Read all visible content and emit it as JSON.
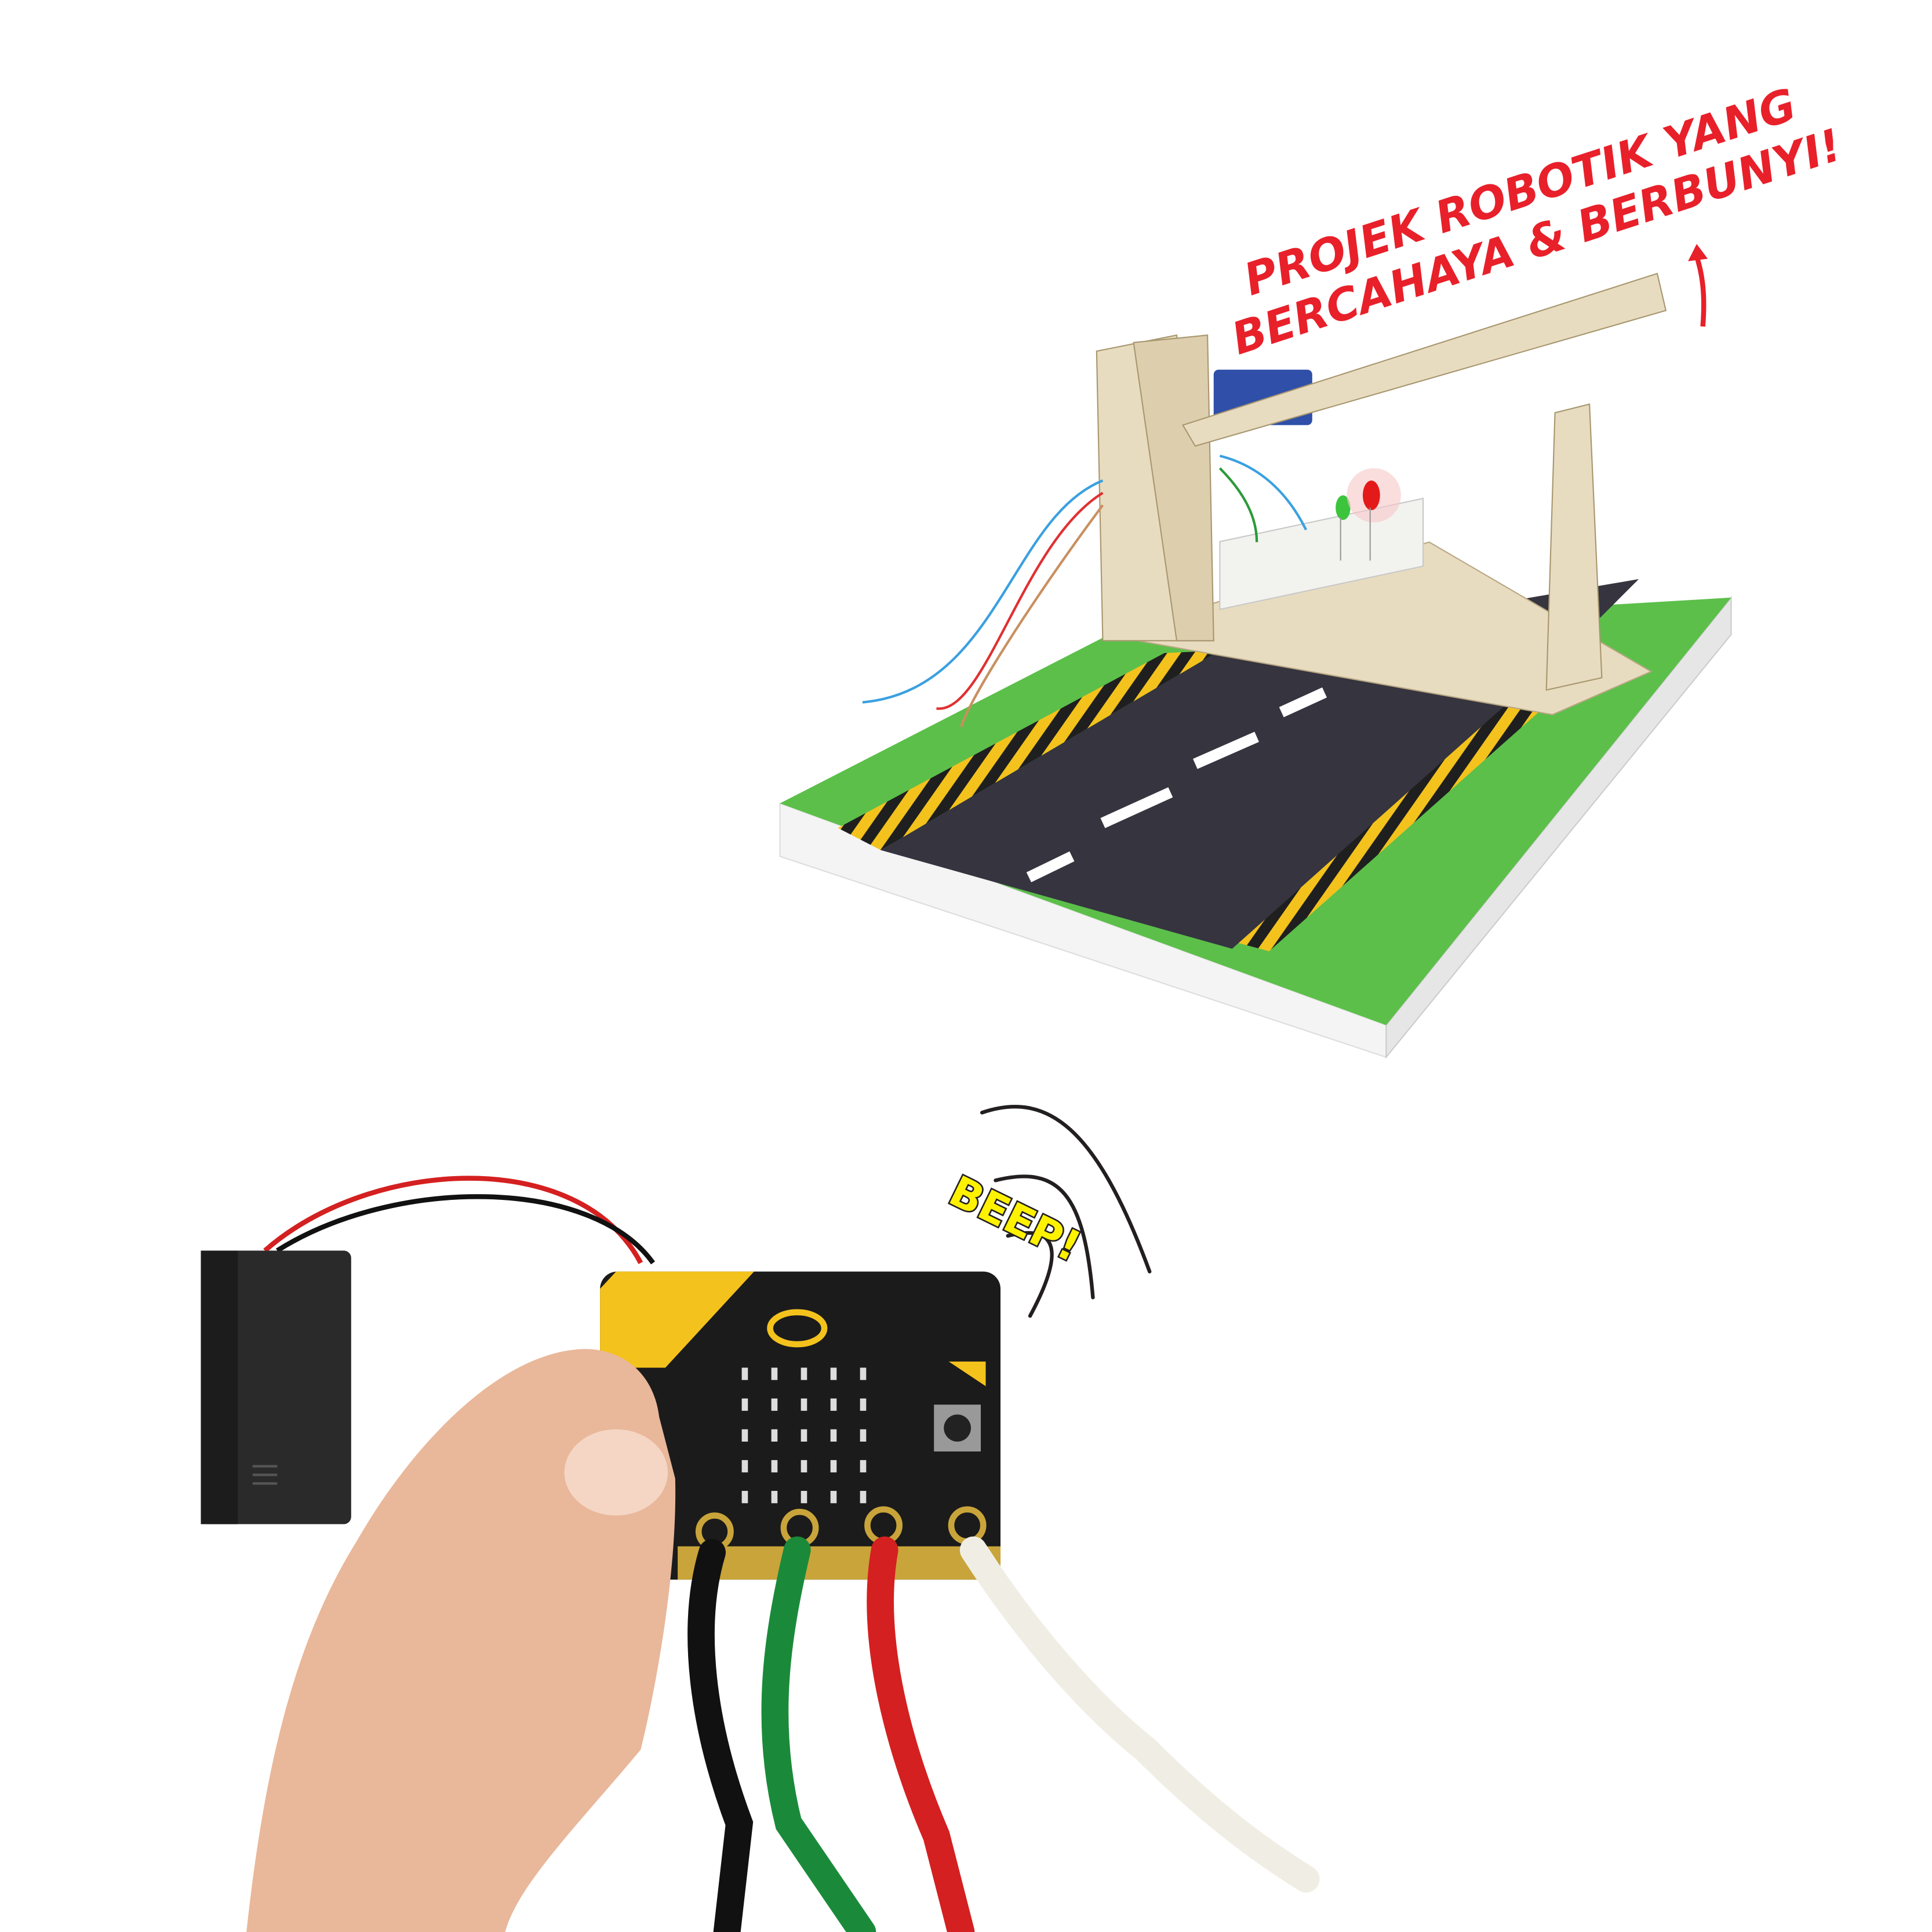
{
  "headline": {
    "line1": "PROJEK ROBOTIK YANG",
    "line2": "BERCAHAYA & BERBUNYI!",
    "color": "#e8202a"
  },
  "sound_label": {
    "text": "BEEP!",
    "fill": "#fff200",
    "outline": "#231f20"
  },
  "colors": {
    "grass": "#5cbf4a",
    "road": "#35343f",
    "hazard_yellow": "#f4c21c",
    "wood": "#e8dcc0",
    "board": "#1b1b1b",
    "skin": "#e9b79a"
  }
}
